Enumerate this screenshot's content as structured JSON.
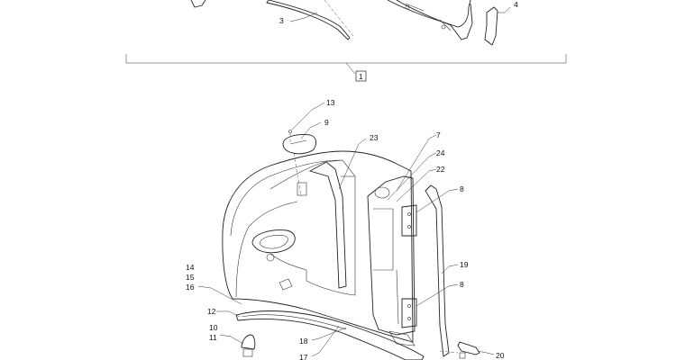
{
  "callouts": {
    "c3": "3",
    "c4": "4",
    "c1": "1",
    "c13": "13",
    "c9": "9",
    "c23": "23",
    "c7": "7",
    "c24": "24",
    "c22": "22",
    "c8a": "8",
    "c19": "19",
    "c8b": "8",
    "c14": "14",
    "c15": "15",
    "c16": "16",
    "c12": "12",
    "c10": "10",
    "c11": "11",
    "c18": "18",
    "c17": "17",
    "c20": "20"
  }
}
